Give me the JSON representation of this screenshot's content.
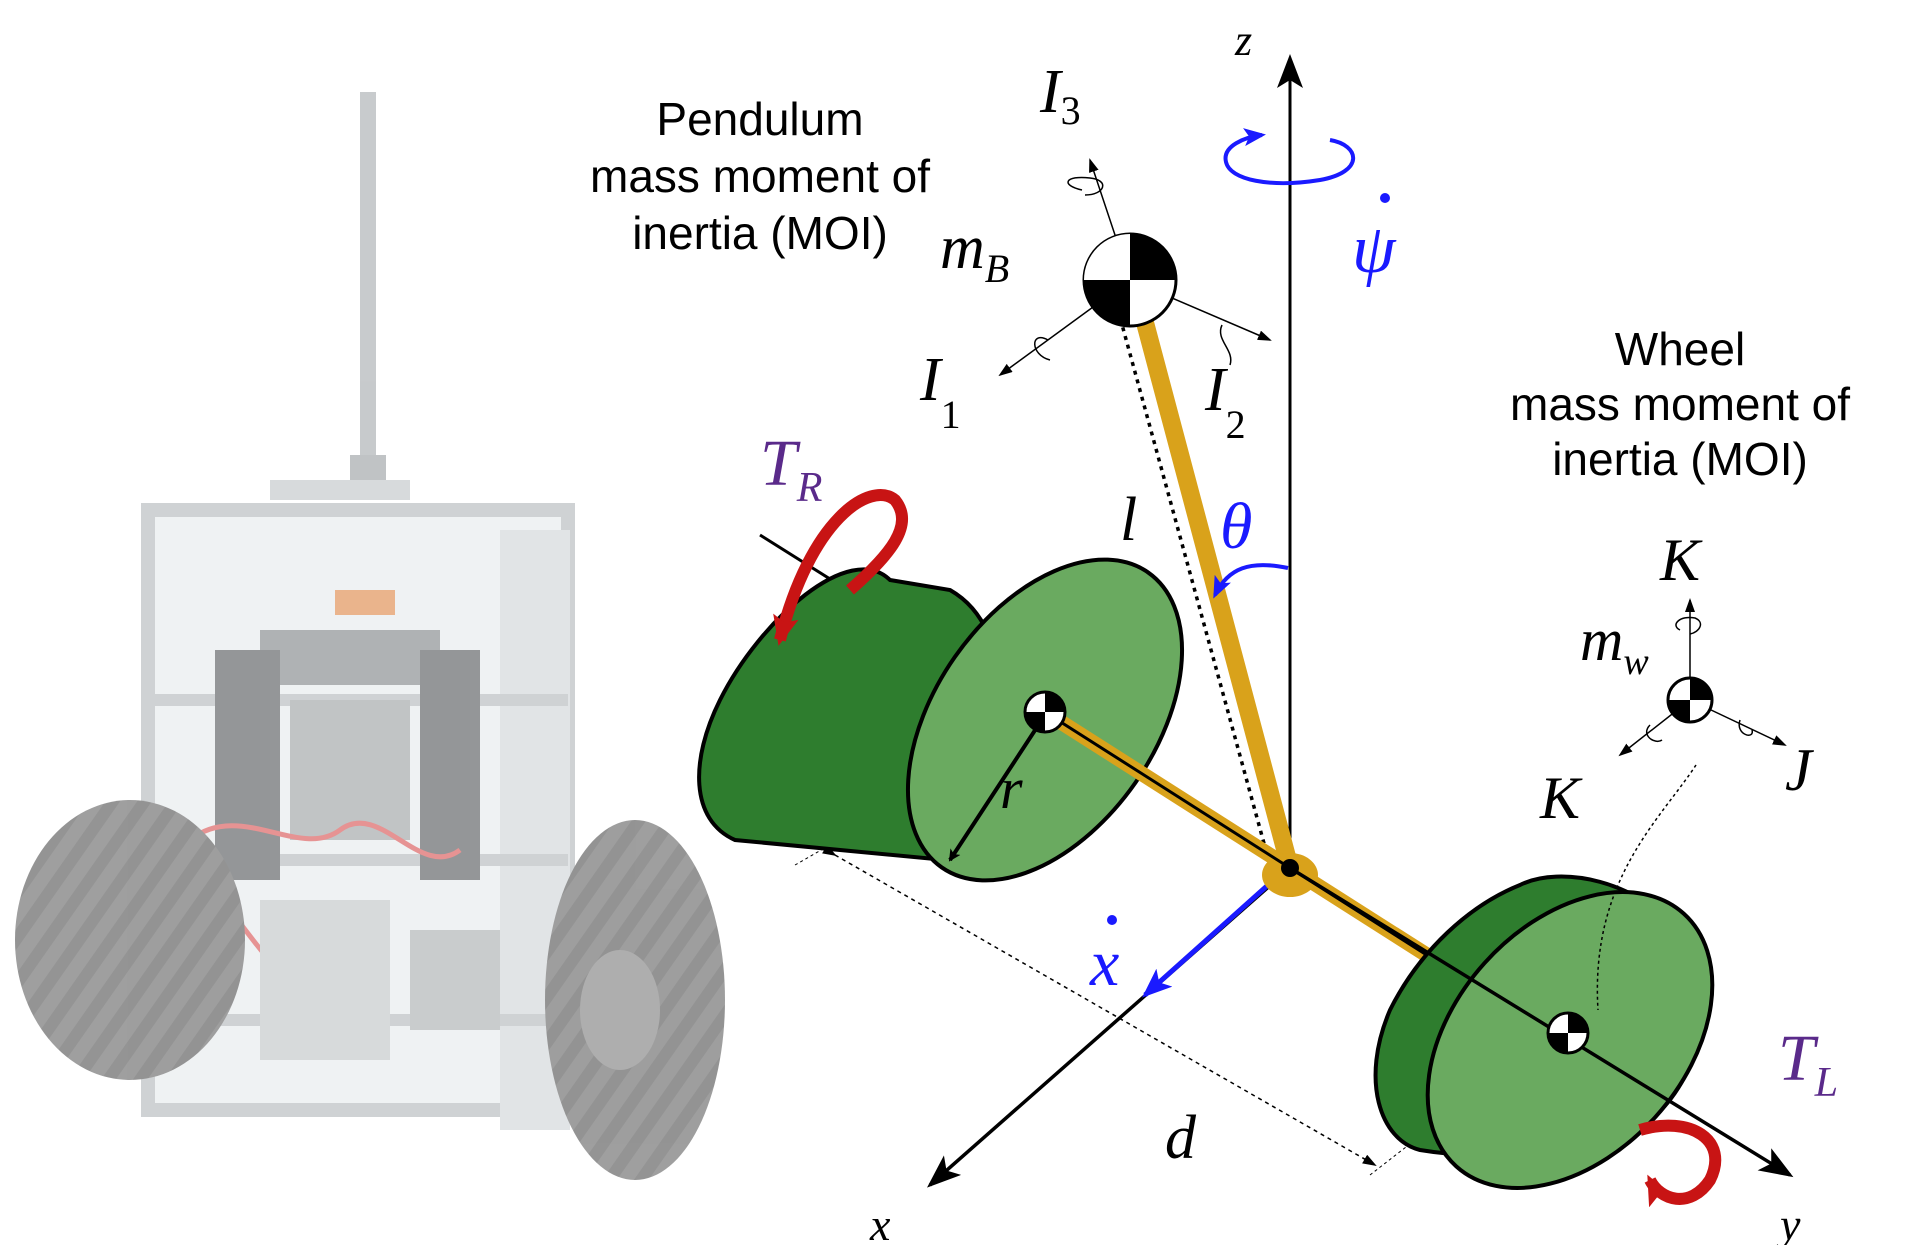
{
  "labels": {
    "pendulum_moi": [
      "Pendulum",
      "mass moment of",
      "inertia (MOI)"
    ],
    "wheel_moi": [
      "Wheel",
      "mass moment of",
      "inertia (MOI)"
    ],
    "mass_body": "m",
    "mass_body_sub": "B",
    "inertia_1": "I",
    "inertia_1_sub": "1",
    "inertia_2": "I",
    "inertia_2_sub": "2",
    "inertia_3": "I",
    "inertia_3_sub": "3",
    "yaw_rate": "ψ",
    "pitch_angle": "θ",
    "length": "l",
    "radius": "r",
    "axle_width": "d",
    "forward_speed": "x",
    "axis_x": "x",
    "axis_y": "y",
    "axis_z": "z",
    "torque_right": "T",
    "torque_right_sub": "R",
    "torque_left": "T",
    "torque_left_sub": "L",
    "mass_wheel": "m",
    "mass_wheel_sub": "w",
    "wheel_K_top": "K",
    "wheel_K_left": "K",
    "wheel_J": "J"
  },
  "colors": {
    "wheel_fill": "#2e7d2e",
    "wheel_face": "#6aaa60",
    "rod": "#d9a21b",
    "blue": "#1a1aff",
    "torque_red": "#c81414",
    "torque_label": "#5a2a8a",
    "photo_frame": "#cfd3d6",
    "tire": "#4a4a4a"
  }
}
